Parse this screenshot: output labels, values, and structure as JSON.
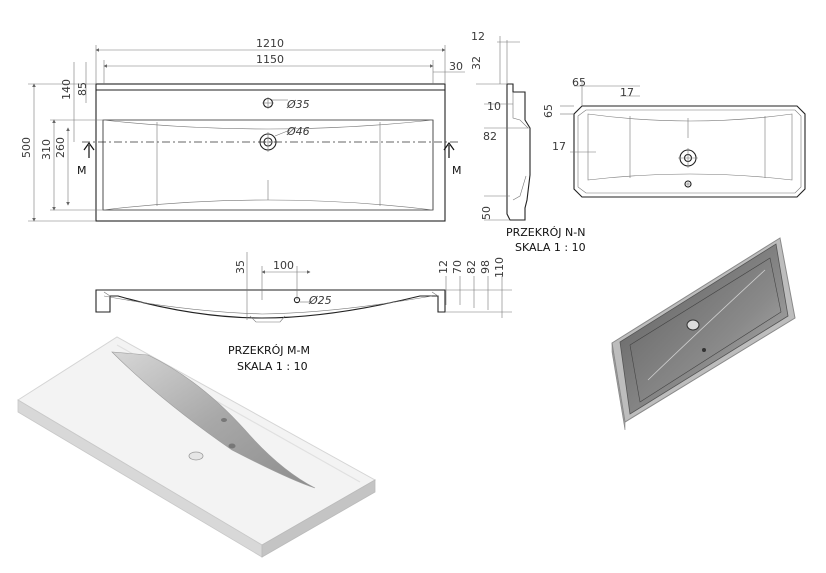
{
  "top_view": {
    "dims": {
      "overall_width": "1210",
      "inner_width": "1150",
      "right_offset": "30",
      "top_140": "140",
      "top_85": "85",
      "height_500": "500",
      "height_310": "310",
      "height_260": "260",
      "overflow_hole": "Ø35",
      "drain_hole": "Ø46"
    },
    "section_label_left": "M",
    "section_label_right": "M"
  },
  "side_section": {
    "dims": {
      "d12": "12",
      "d32": "32",
      "d10": "10",
      "d82": "82",
      "d50": "50"
    },
    "caption_line1": "PRZEKRÓJ N-N",
    "caption_line2": "SKALA 1 : 10"
  },
  "bottom_view": {
    "dims": {
      "d65a": "65",
      "d17a": "17",
      "d65b": "65",
      "d17b": "17"
    }
  },
  "front_section": {
    "dims": {
      "d35": "35",
      "d100": "100",
      "hole": "Ø25",
      "d12": "12",
      "d70": "70",
      "d82": "82",
      "d98": "98",
      "d110": "110"
    },
    "caption_line1": "PRZEKRÓJ M-M",
    "caption_line2": "SKALA 1 : 10"
  },
  "colors": {
    "line": "#222222",
    "dimension": "#777777",
    "render_white": "#f2f2f2",
    "render_grey": "#9a9a9a"
  }
}
